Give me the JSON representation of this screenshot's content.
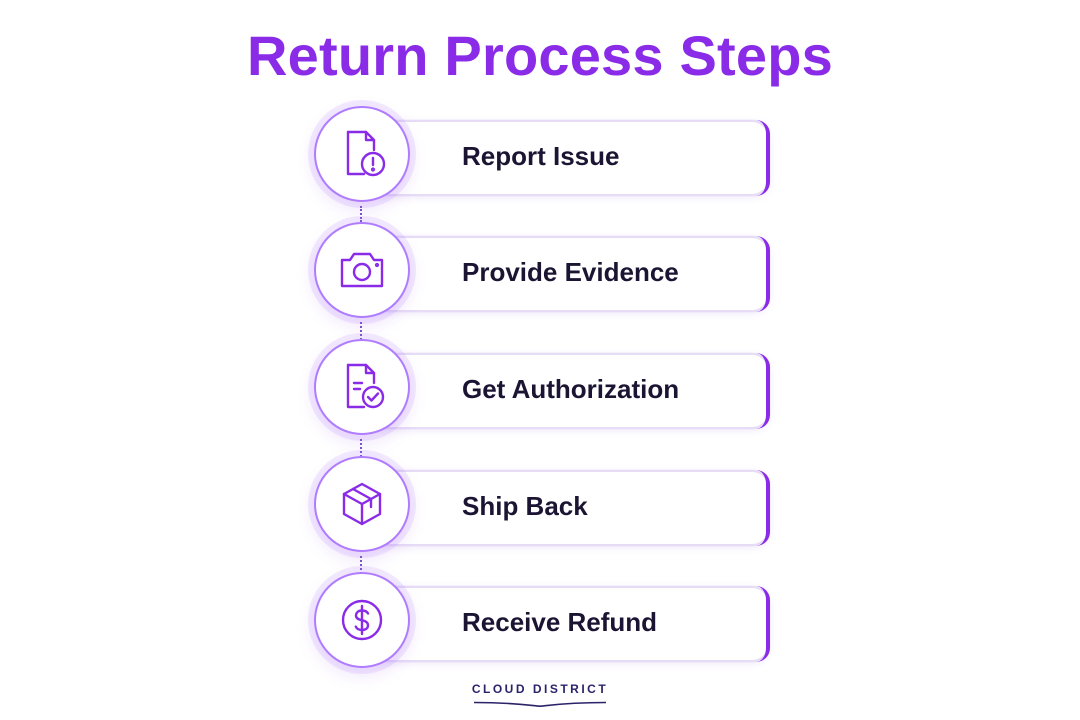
{
  "title": "Return Process Steps",
  "steps": [
    {
      "label": "Report Issue",
      "icon": "document-alert-icon"
    },
    {
      "label": "Provide Evidence",
      "icon": "camera-icon"
    },
    {
      "label": "Get Authorization",
      "icon": "document-check-icon"
    },
    {
      "label": "Ship Back",
      "icon": "box-icon"
    },
    {
      "label": "Receive Refund",
      "icon": "dollar-coin-icon"
    }
  ],
  "brand": "CLOUD DISTRICT",
  "colors": {
    "accent": "#8a2be8",
    "text": "#1b1533",
    "brand": "#2a236a"
  }
}
